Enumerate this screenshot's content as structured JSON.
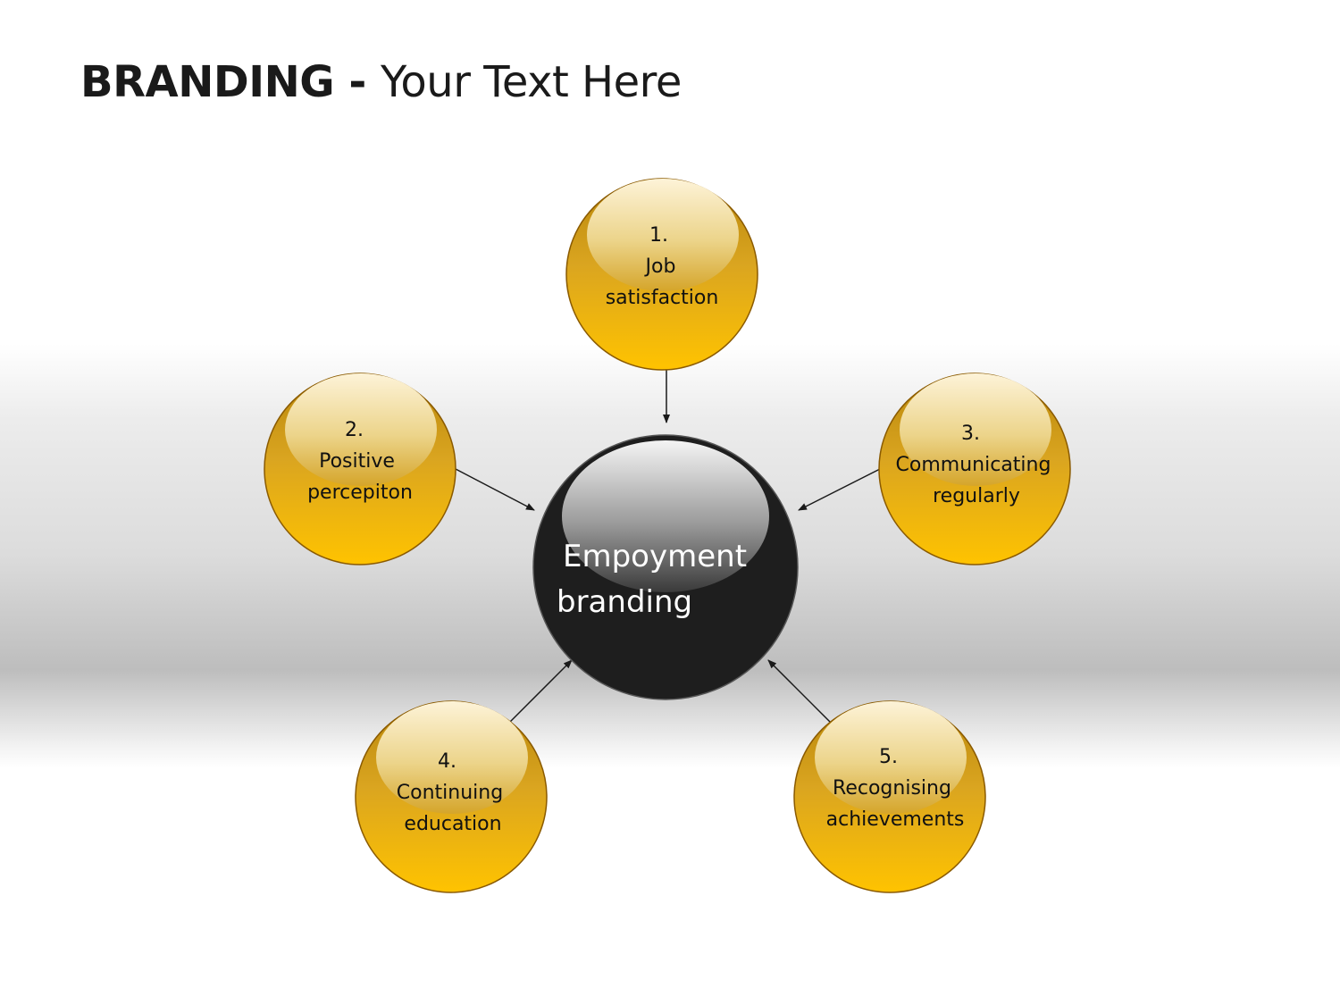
{
  "title": {
    "bold": "BRANDING - ",
    "normal": "Your Text Here"
  },
  "diagram": {
    "center": {
      "lines": [
        " Empoyment",
        "branding"
      ]
    },
    "nodes": [
      {
        "id": "node-1",
        "lines": [
          "1.",
          "Job",
          "satisfaction"
        ]
      },
      {
        "id": "node-2",
        "lines": [
          "2.",
          "Positive",
          "percepiton"
        ]
      },
      {
        "id": "node-3",
        "lines": [
          "3.",
          "Communicating",
          "regularly"
        ]
      },
      {
        "id": "node-4",
        "lines": [
          "4.",
          "Continuing",
          "education"
        ]
      },
      {
        "id": "node-5",
        "lines": [
          "5.",
          "Recognising",
          "achievements"
        ]
      }
    ]
  }
}
